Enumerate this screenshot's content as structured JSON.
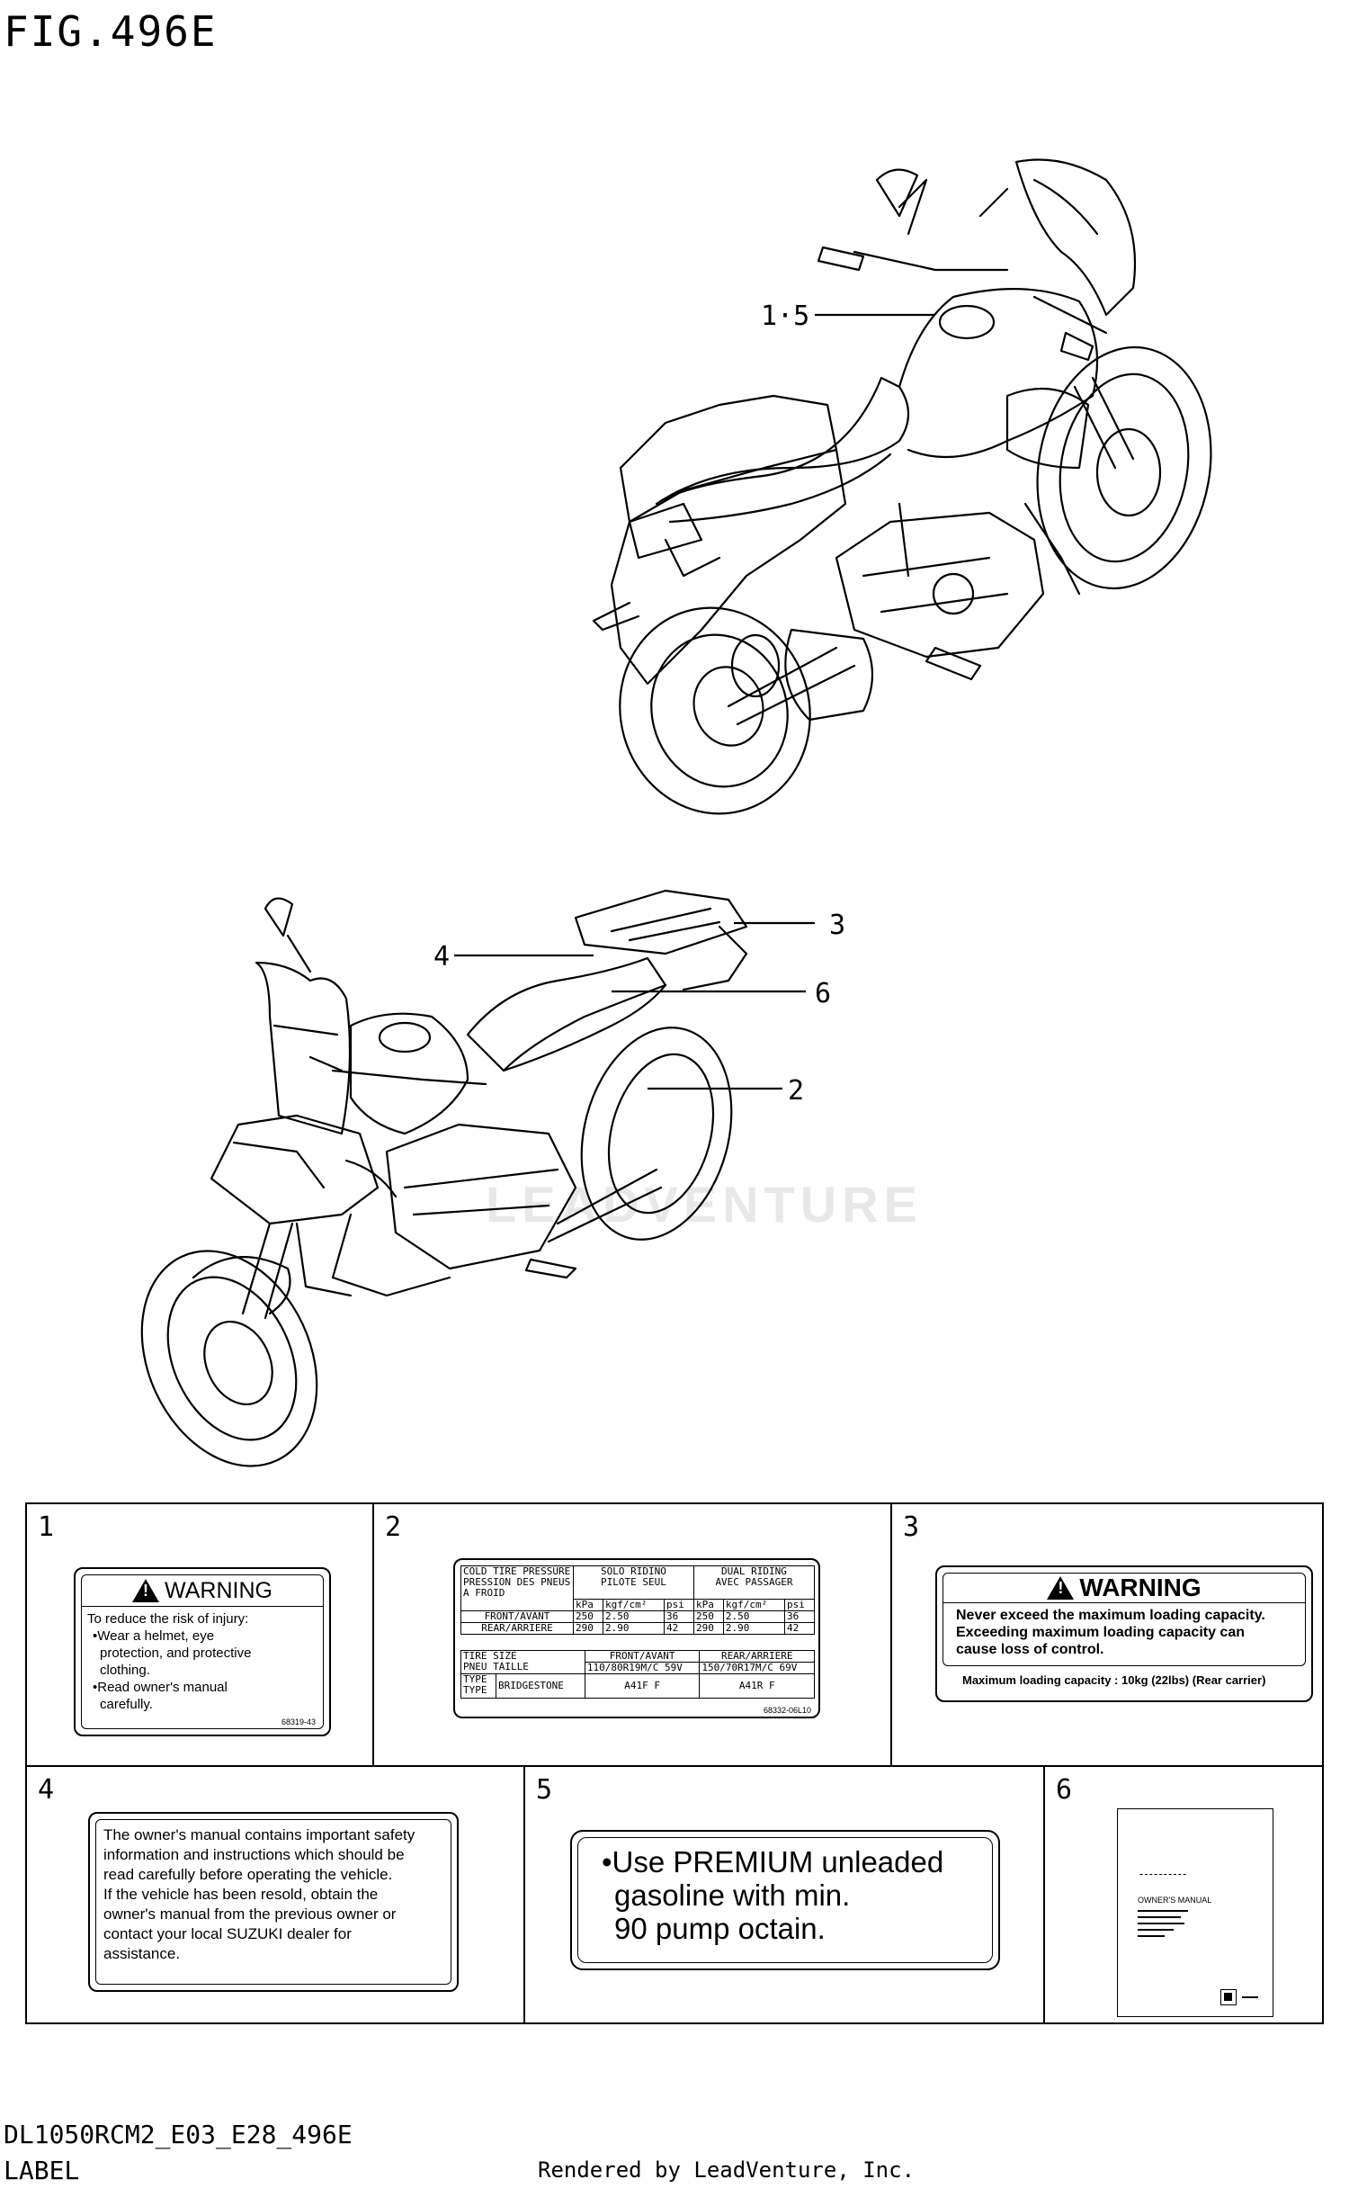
{
  "figure_title": "FIG.496E",
  "callouts": {
    "c15": "1·5",
    "c3": "3",
    "c4": "4",
    "c6": "6",
    "c2": "2"
  },
  "watermark": "LEADVENTURE",
  "labels": {
    "l1": {
      "num": "1",
      "heading": "WARNING",
      "lines": [
        "To reduce the risk of injury:",
        "•Wear a helmet, eye",
        "protection, and protective",
        "clothing.",
        "•Read owner's manual",
        "carefully."
      ],
      "code": "68319-43"
    },
    "l2": {
      "num": "2",
      "r1c1": "COLD TIRE PRESSURE",
      "r1c1b": "PRESSION DES PNEUS",
      "r1c1c": "A FROID",
      "solo": "SOLO RIDINO",
      "solo_b": "PILOTE SEUL",
      "dual": "DUAL RIDING",
      "dual_b": "AVEC PASSAGER",
      "unit1": "kPa",
      "unit2": "kgf/cm²",
      "unit3": "psi",
      "front": "FRONT/AVANT",
      "rear": "REAR/ARRIERE",
      "f_vals": [
        "250",
        "2.50",
        "36",
        "250",
        "2.50",
        "36"
      ],
      "r_vals": [
        "290",
        "2.90",
        "42",
        "290",
        "2.90",
        "42"
      ],
      "tire_size": "TIRE SIZE",
      "tire_size_b": "PNEU TAILLE",
      "front_avant": "FRONT/AVANT",
      "rear_arriere": "REAR/ARRIERE",
      "front_size": "110/80R19M/C 59V",
      "rear_size": "150/70R17M/C 69V",
      "type": "TYPE",
      "type_b": "TYPE",
      "brand": "BRIDGESTONE",
      "front_type": "A41F F",
      "rear_type": "A41R F",
      "code": "68332-06L10"
    },
    "l3": {
      "num": "3",
      "heading": "WARNING",
      "lines": [
        "Never exceed the maximum loading capacity.",
        "Exceeding maximum loading capacity can",
        "cause loss of control."
      ],
      "capacity": "Maximum loading capacity : 10kg (22lbs) (Rear carrier)"
    },
    "l4": {
      "num": "4",
      "lines": [
        "The owner's manual contains important safety",
        "information and instructions which should be",
        "read carefully before operating the vehicle.",
        "If the vehicle has been resold, obtain the",
        "owner's manual from the previous owner or",
        "contact your local SUZUKI dealer for",
        "assistance."
      ]
    },
    "l5": {
      "num": "5",
      "lines": [
        "•Use PREMIUM unleaded",
        "gasoline with min.",
        "90 pump octain."
      ]
    },
    "l6": {
      "num": "6",
      "dashes": "----------",
      "title": "OWNER'S MANUAL"
    }
  },
  "footer": {
    "code": "DL1050RCM2_E03_E28_496E",
    "label": "LABEL",
    "rendered": "Rendered by LeadVenture, Inc."
  }
}
